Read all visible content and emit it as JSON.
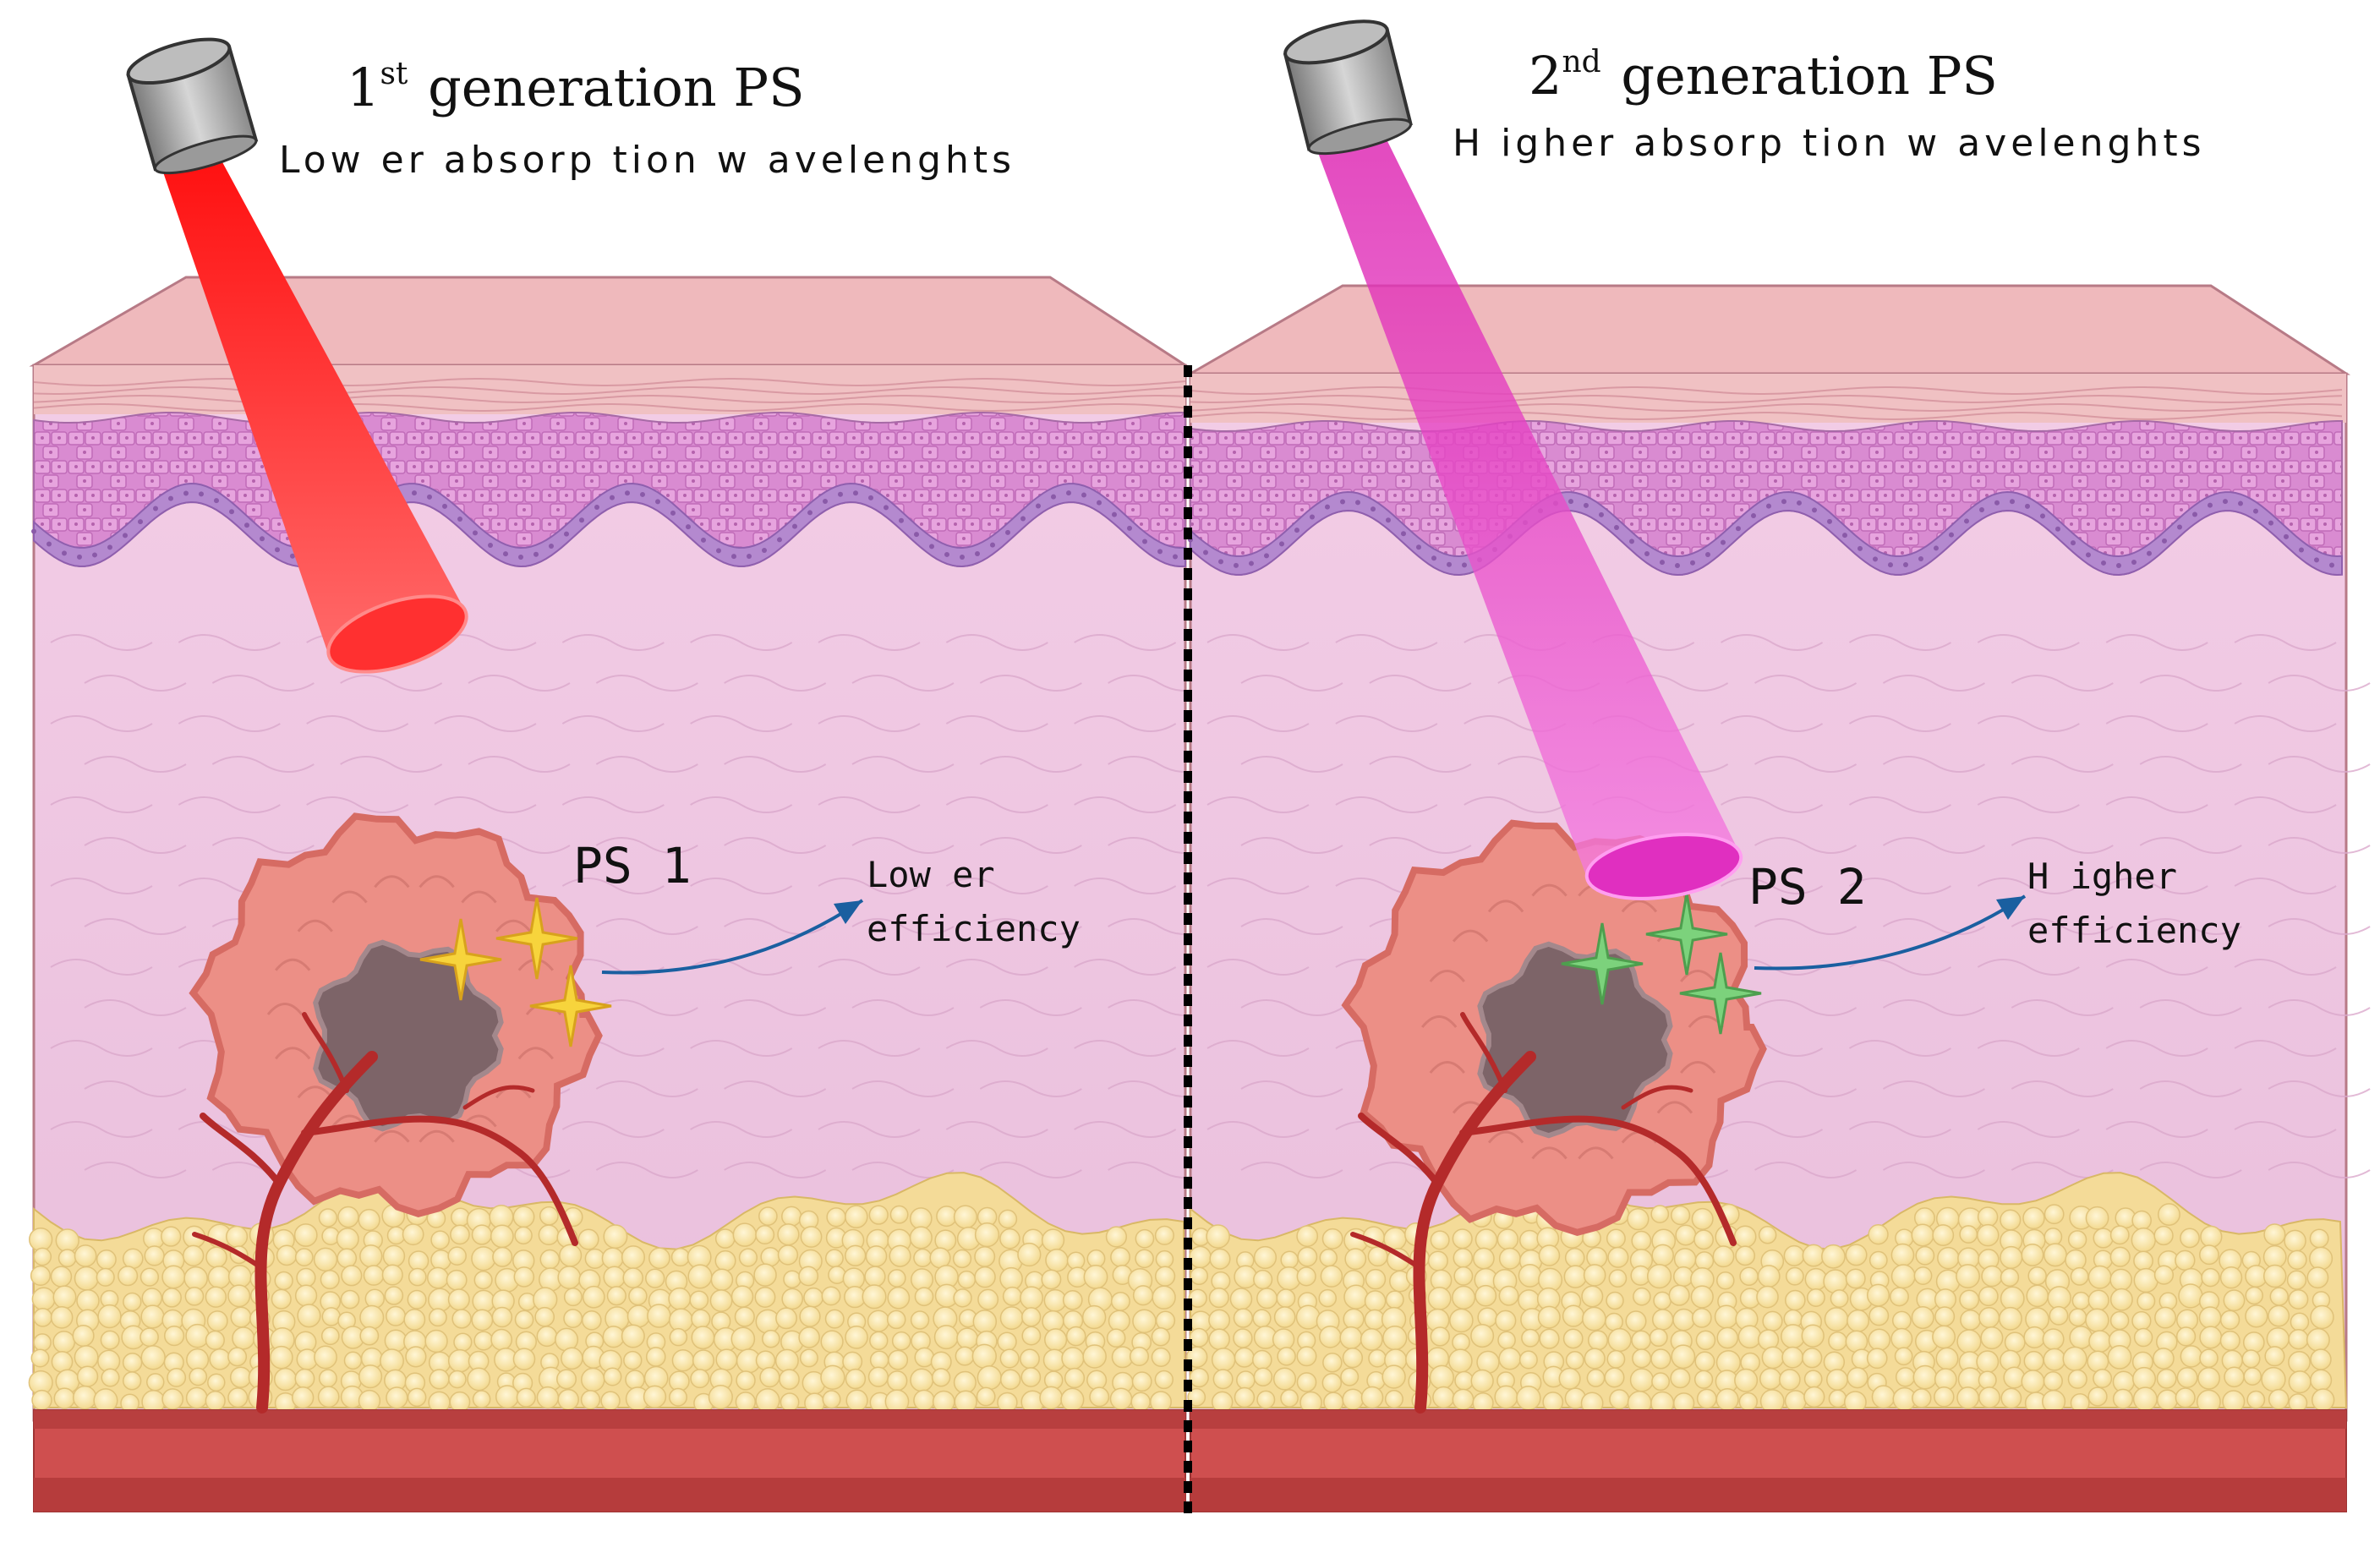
{
  "panels": [
    {
      "generation_number": "1",
      "generation_suffix": "st",
      "generation_rest": " generation PS",
      "subtitle": "Low er absorp tion w avelenghts",
      "ps_label": "PS 1",
      "efficiency_line1": "Low er",
      "efficiency_line2": "efficiency",
      "beam_color": "#ff1a1a",
      "star_color": "#f7d43c"
    },
    {
      "generation_number": "2",
      "generation_suffix": "nd",
      "generation_rest": " generation PS",
      "subtitle": "H igher absorp tion w avelenghts",
      "ps_label": "PS 2",
      "efficiency_line1": "H igher",
      "efficiency_line2": "efficiency",
      "beam_color": "#e82fc2",
      "star_color": "#7cd27c"
    }
  ],
  "colors": {
    "skin_top": "#f2c4c4",
    "epidermis": "#d889cf",
    "basal_layer": "#b486cc",
    "dermis": "#efc8e2",
    "fat": "#f6e1a3",
    "muscle": "#cf4f4f",
    "tumor": "#ec8f86",
    "necrotic_core": "#7d6468",
    "vessel": "#b42a2a",
    "arrow": "#1a5fa0"
  }
}
